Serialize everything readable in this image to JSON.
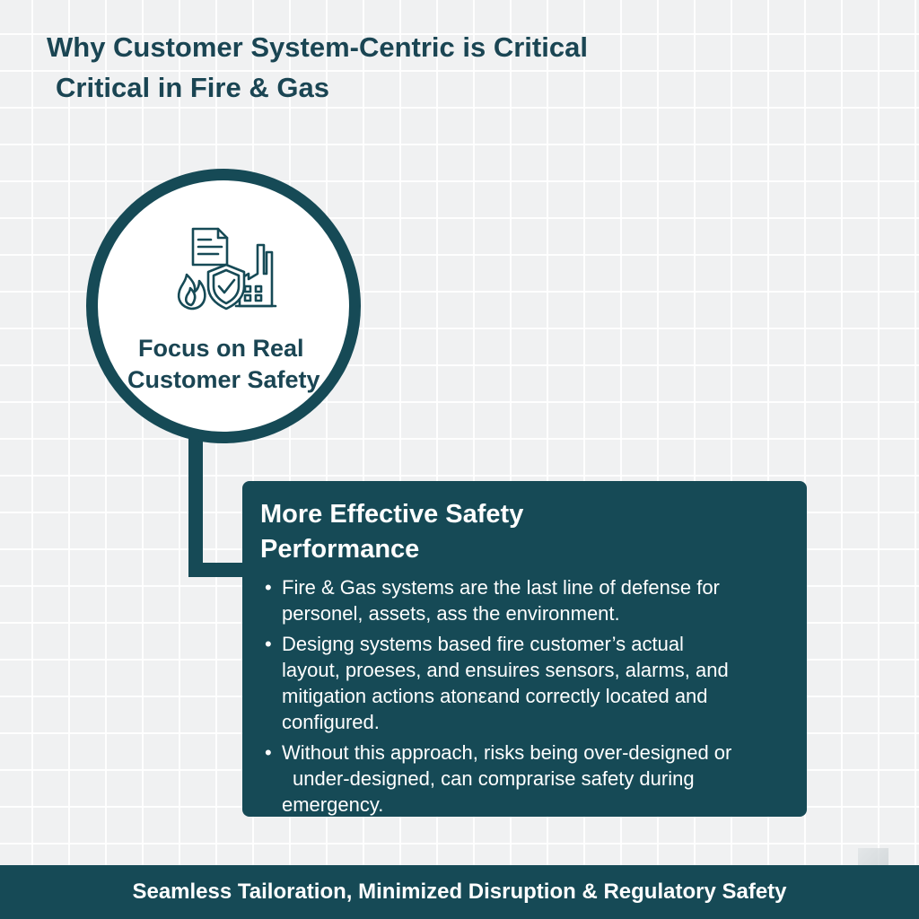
{
  "title": {
    "line1": "Why Customer System-Centric is Critical",
    "line2": "Critical in Fire & Gas"
  },
  "focus": {
    "label_line1": "Focus on Real",
    "label_line2": "Customer Safety",
    "icons": [
      "document-icon",
      "flame-icon",
      "shield-check-icon",
      "factory-icon"
    ]
  },
  "card": {
    "title_line1": "More Effective Safety",
    "title_line2": "Performance",
    "bullets": [
      {
        "lines": [
          "Fire & Gas systems are the last line of defense for",
          "personel, assets, ass the environment."
        ]
      },
      {
        "lines": [
          "Designg systems based fire customer’s actual",
          "layout, proeses, and ensuires sensors, alarms, and",
          "mitigation actions atonεand correctly located and",
          "configured."
        ]
      },
      {
        "lines": [
          "Without this approach, risks being over-designed or",
          "under-designed, can comprarise safety during",
          "emergency."
        ]
      }
    ],
    "bullet_glyph": "•"
  },
  "footer": {
    "text": "Seamless Tailoration, Minimized Disruption & Regulatory Safety"
  },
  "colors": {
    "primary": "#164a56",
    "title_text": "#1a4553",
    "background": "#f0f1f2",
    "card_text": "#ffffff"
  }
}
